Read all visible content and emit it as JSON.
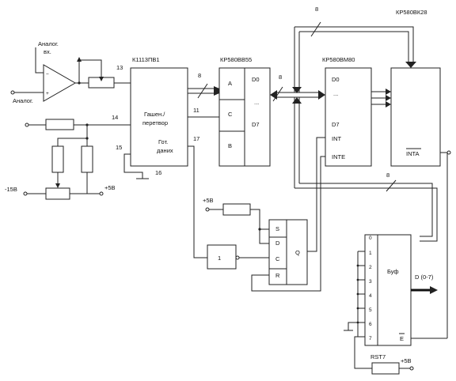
{
  "chips": {
    "adc": {
      "part": "К1113ПВ1",
      "label_line1": "Гашен./",
      "label_line2": "перетвор",
      "ready_line1": "Гот.",
      "ready_line2": "даних"
    },
    "ppi": {
      "part": "КР580ВВ55",
      "port_a": "A",
      "port_c": "C",
      "port_b": "B",
      "d0": "D0",
      "dots": "...",
      "d7": "D7"
    },
    "cpu": {
      "part": "КР580ВМ80",
      "d0": "D0",
      "dots": "...",
      "d7": "D7",
      "int": "INT",
      "inte": "INTE"
    },
    "controller": {
      "part": "КР580ВК28",
      "inta": "INTA"
    },
    "flipflop": {
      "s": "S",
      "d": "D",
      "c": "C",
      "r": "R",
      "q": "Q"
    },
    "inverter": {
      "label": "1"
    },
    "buffer": {
      "label": "Буф",
      "pins": [
        "0",
        "1",
        "2",
        "3",
        "4",
        "5",
        "6",
        "7"
      ],
      "enable": "E",
      "output": "D (0-7)"
    }
  },
  "pins": {
    "p13": "13",
    "p14": "14",
    "p15": "15",
    "p16": "16",
    "p17": "17",
    "p11": "11"
  },
  "bus_widths": {
    "top": "8",
    "adc_out": "8",
    "data": "8",
    "buf": "8"
  },
  "labels": {
    "analog_in_line1": "Аналог.",
    "analog_in_line2": "вх.",
    "analog_gnd": "Аналог.",
    "minus15": "-15В",
    "plus5_a": "+5В",
    "plus5_b": "+5В",
    "plus5_c": "+5В",
    "rst7": "RST7"
  }
}
